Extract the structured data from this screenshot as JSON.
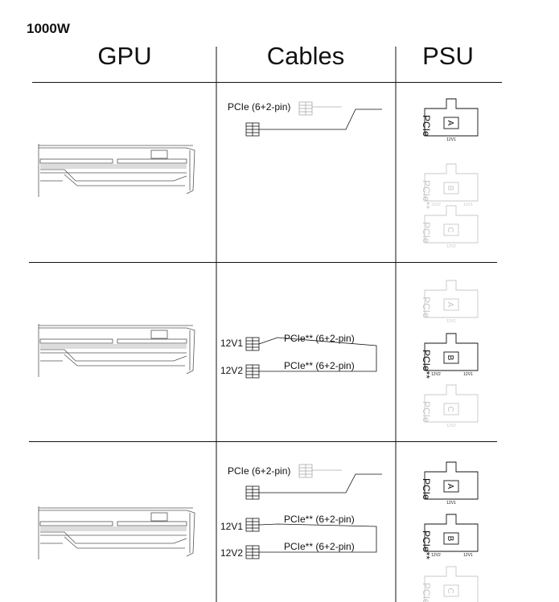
{
  "wattage": "1000W",
  "headers": {
    "gpu": "GPU",
    "cables": "Cables",
    "psu": "PSU"
  },
  "rows": [
    {
      "cables": {
        "single_label": "PCIe (6+2-pin)"
      },
      "psu": {
        "active": "A",
        "labels": [
          "PCIe",
          "PCIe**",
          "PCIe"
        ],
        "ports": [
          "A",
          "B",
          "C"
        ],
        "rails": [
          [
            "12V1"
          ],
          [
            "12V2",
            "12V1"
          ],
          [
            "12V2"
          ]
        ]
      }
    },
    {
      "cables": {
        "dual_labels": [
          "PCIe** (6+2-pin)",
          "PCIe** (6+2-pin)"
        ],
        "rails": [
          "12V1",
          "12V2"
        ]
      },
      "psu": {
        "active": "B",
        "labels": [
          "PCIe",
          "PCIe**",
          "PCIe"
        ],
        "ports": [
          "A",
          "B",
          "C"
        ],
        "rails": [
          [
            "12V1"
          ],
          [
            "12V2",
            "12V1"
          ],
          [
            "12V2"
          ]
        ]
      }
    },
    {
      "cables": {
        "single_label": "PCIe (6+2-pin)",
        "dual_labels": [
          "PCIe** (6+2-pin)",
          "PCIe** (6+2-pin)"
        ],
        "rails": [
          "12V1",
          "12V2"
        ]
      },
      "psu": {
        "active": "AB",
        "labels": [
          "PCIe",
          "PCIe**",
          "PCIe"
        ],
        "ports": [
          "A",
          "B",
          "C"
        ],
        "rails": [
          [
            "12V1"
          ],
          [
            "12V2",
            "12V1"
          ]
        ]
      }
    }
  ]
}
